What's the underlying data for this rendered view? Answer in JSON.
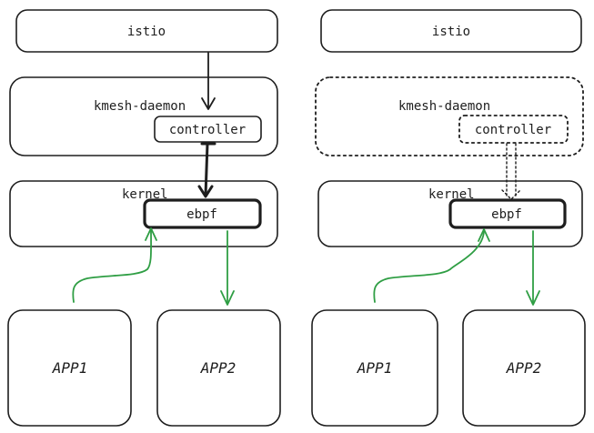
{
  "left": {
    "istio": "istio",
    "kmesh_daemon": "kmesh-daemon",
    "controller": "controller",
    "kernel": "kernel",
    "ebpf": "ebpf",
    "app1": "APP1",
    "app2": "APP2"
  },
  "right": {
    "istio": "istio",
    "kmesh_daemon": "kmesh-daemon",
    "controller": "controller",
    "kernel": "kernel",
    "ebpf": "ebpf",
    "app1": "APP1",
    "app2": "APP2"
  },
  "colors": {
    "stroke": "#1e1e1e",
    "green_arrow": "#2f9e44",
    "background": "#ffffff"
  }
}
